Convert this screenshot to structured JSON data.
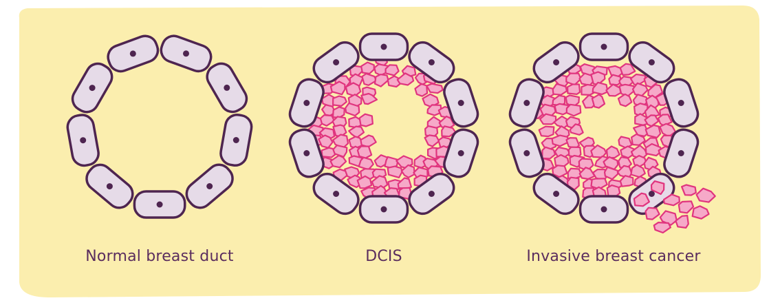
{
  "colors": {
    "background": "#fbeeae",
    "outline": "#4e2550",
    "myoepithelial_cell": "#e6dbe8",
    "nucleus": "#4e2550",
    "cancer_cell_fill": "#f6a9c8",
    "cancer_cell_outline": "#e0347e",
    "label_text": "#5a2d5e"
  },
  "stages": [
    {
      "id": "normal",
      "label": "Normal breast duct"
    },
    {
      "id": "dcis",
      "label": "DCIS"
    },
    {
      "id": "invasive",
      "label": "Invasive breast cancer"
    }
  ]
}
